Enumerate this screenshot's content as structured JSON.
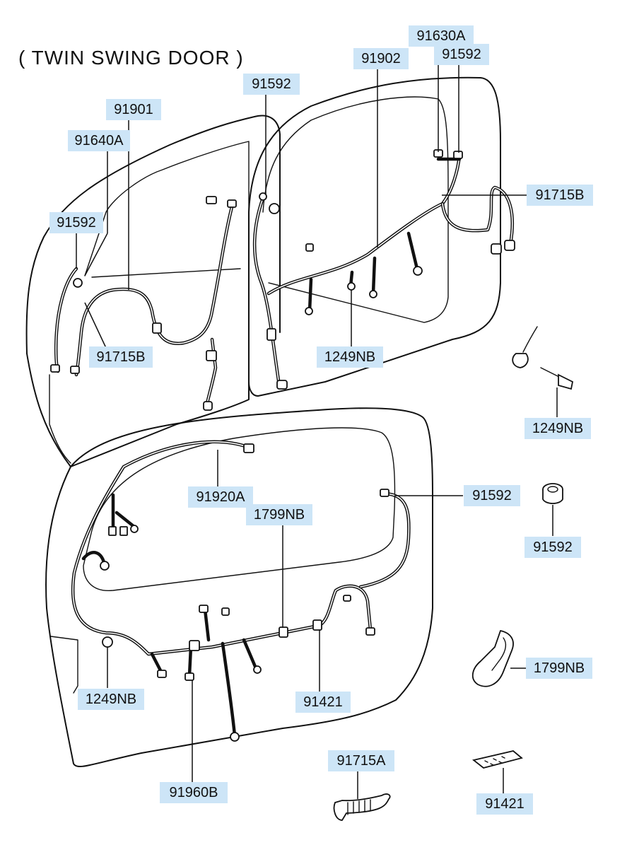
{
  "title": "( TWIN SWING DOOR )",
  "callouts": {
    "c91630A": "91630A",
    "c91592_top_right": "91592",
    "c91902": "91902",
    "c91592_top_mid": "91592",
    "c91901": "91901",
    "c91640A": "91640A",
    "c91592_left": "91592",
    "c91715B_left": "91715B",
    "c91715B_right": "91715B",
    "c1249NB_upper": "1249NB",
    "c1249NB_bolt": "1249NB",
    "c91920A": "91920A",
    "c1799NB_upper": "1799NB",
    "c91592_mid_right": "91592",
    "c91592_grommet": "91592",
    "c1799NB_part": "1799NB",
    "c1249NB_lower": "1249NB",
    "c91421_lower": "91421",
    "c91960B": "91960B",
    "c91715A": "91715A",
    "c91421_part": "91421"
  }
}
